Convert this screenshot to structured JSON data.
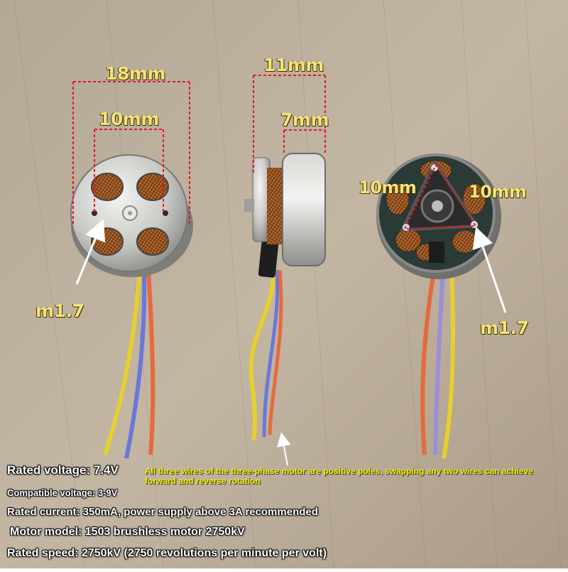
{
  "labels": {
    "left_outer": "18mm",
    "left_inner": "10mm",
    "left_screw": "m1.7",
    "side_outer": "11mm",
    "side_inner": "7mm",
    "right_left": "10mm",
    "right_right": "10mm",
    "right_screw": "m1.7"
  },
  "note": "All three wires of the three-phase motor are positive poles, swapping any two wires can achieve forward and reverse rotation",
  "specs": {
    "rated_voltage": "Rated voltage: 7.4V",
    "compatible_voltage": "Compatible voltage: 3-9V",
    "rated_current": "Rated current: 350mA, power supply above 3A recommended",
    "motor_model": "Motor model: 1503 brushless motor 2750kV",
    "rated_speed": "Rated speed: 2750kV (2750 revolutions per minute per volt)"
  },
  "colors": {
    "background": "#bcaf9d",
    "dimension_lines": "#e0182a",
    "dimension_text": "#f6e27a",
    "note_text": "#f4f000",
    "wire_yellow": "#e6cf2e",
    "wire_blue": "#6a78d8",
    "wire_orange": "#e56a3c",
    "wire_purple": "#9b8fd6",
    "copper": "#b5662a"
  }
}
